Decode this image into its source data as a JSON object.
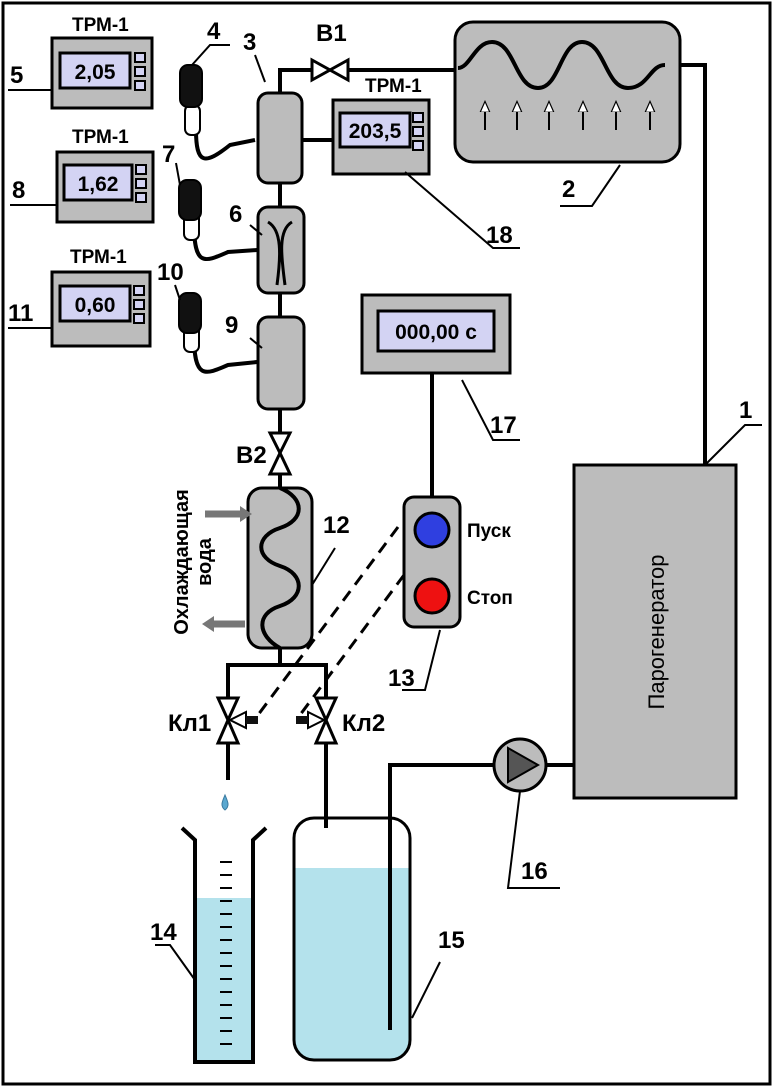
{
  "diagram": {
    "meters": {
      "title": "ТРМ-1",
      "m5": "2,05",
      "m8": "1,62",
      "m11": "0,60",
      "m18": "203,5"
    },
    "timer": "000,00 с",
    "steam_generator": "Парогенератор",
    "cooling_water": [
      "Охлаждающая",
      "вода"
    ],
    "buttons": {
      "start": "Пуск",
      "stop": "Стоп"
    },
    "valves": {
      "b1": "В1",
      "b2": "В2",
      "kl1": "Кл1",
      "kl2": "Кл2"
    },
    "numbers": {
      "n1": "1",
      "n2": "2",
      "n3": "3",
      "n4": "4",
      "n5": "5",
      "n6": "6",
      "n7": "7",
      "n8": "8",
      "n9": "9",
      "n10": "10",
      "n11": "11",
      "n12": "12",
      "n13": "13",
      "n14": "14",
      "n15": "15",
      "n16": "16",
      "n17": "17",
      "n18": "18"
    },
    "colors": {
      "equipment_gray": "#bcbcbc",
      "display_lavender": "#d3d3f3",
      "water_blue": "#b4e2ec",
      "start_button": "#2f3fe0",
      "stop_button": "#ee1111"
    }
  }
}
